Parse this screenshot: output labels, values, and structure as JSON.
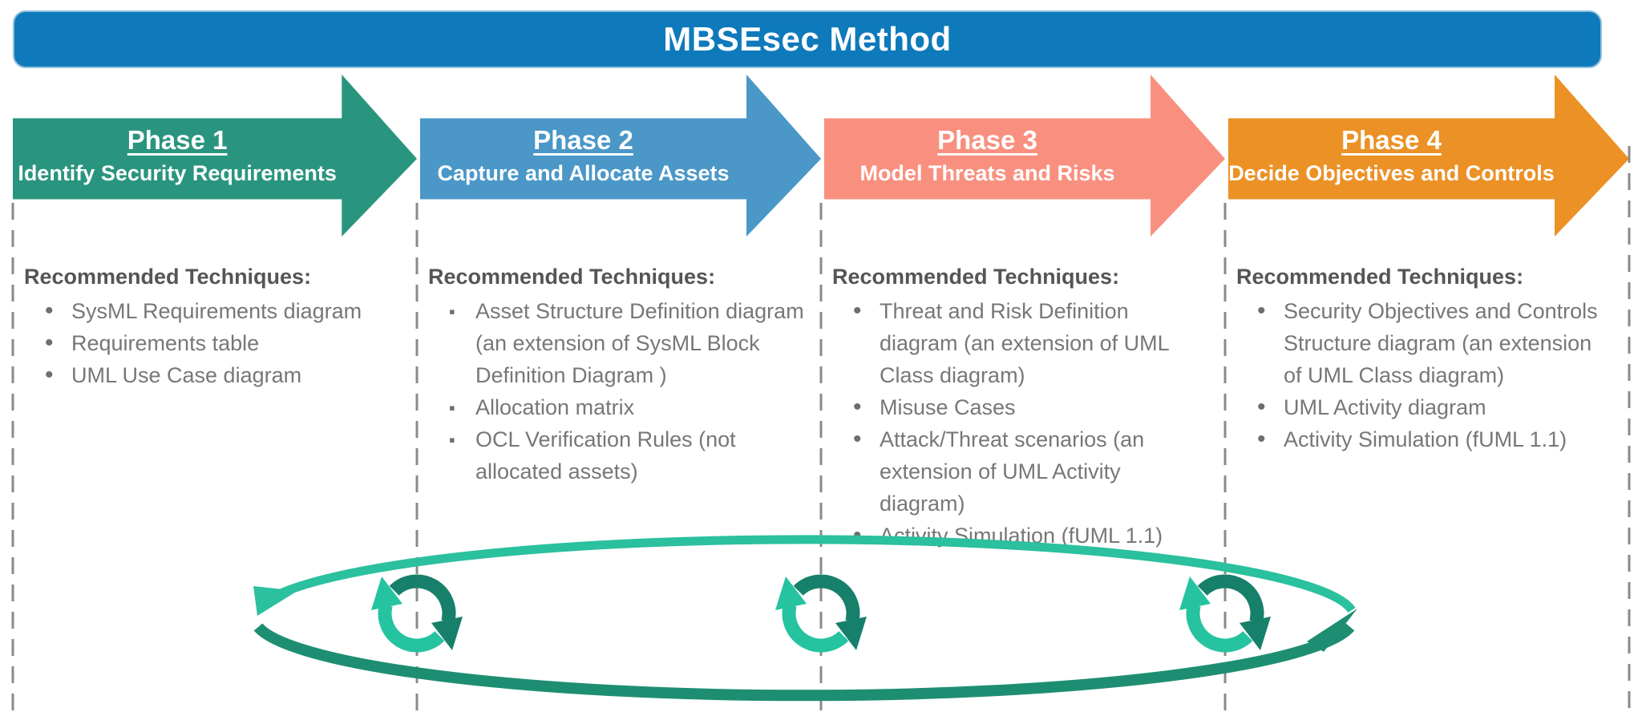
{
  "title": "MBSEsec Method",
  "title_bar": {
    "background": "#0E7ABB",
    "border": "#8FBEDC",
    "text_color": "#FFFFFF"
  },
  "phases": [
    {
      "label": "Phase 1",
      "subtitle": "Identify Security Requirements",
      "arrow_color": "#2A957E",
      "bullet_style": "dot",
      "techniques_heading": "Recommended Techniques:",
      "techniques": [
        "SysML Requirements diagram",
        "Requirements table",
        "UML Use Case diagram"
      ]
    },
    {
      "label": "Phase 2",
      "subtitle": "Capture and Allocate Assets",
      "arrow_color": "#4A97C8",
      "bullet_style": "square",
      "techniques_heading": "Recommended Techniques:",
      "techniques": [
        "Asset Structure Definition diagram (an extension of SysML Block Definition Diagram )",
        "Allocation matrix",
        "OCL Verification Rules (not allocated assets)"
      ]
    },
    {
      "label": "Phase 3",
      "subtitle": "Model Threats and Risks",
      "arrow_color": "#F9907F",
      "bullet_style": "dot",
      "techniques_heading": "Recommended Techniques:",
      "techniques": [
        "Threat and Risk Definition diagram (an extension of UML Class diagram)",
        "Misuse Cases",
        "Attack/Threat scenarios (an extension of UML Activity diagram)",
        "Activity Simulation (fUML 1.1)"
      ]
    },
    {
      "label": "Phase 4",
      "subtitle": "Decide Objectives and Controls",
      "arrow_color": "#EC9126",
      "bullet_style": "dot",
      "techniques_heading": "Recommended Techniques:",
      "techniques": [
        "Security Objectives and Controls Structure diagram (an extension of UML Class diagram)",
        "UML Activity diagram",
        "Activity Simulation (fUML 1.1)"
      ]
    }
  ],
  "dividers": {
    "color": "#8A8A8A",
    "count": 5
  },
  "iteration_loop": {
    "refresh_icon_count": 3,
    "loop_color_light": "#2BC09E",
    "loop_color_dark": "#1E8E72",
    "icon_color_light": "#25C3A0",
    "icon_color_dark": "#17806A"
  },
  "text_colors": {
    "techniques_heading": "#555555",
    "techniques_item": "#777777",
    "arrow_text": "#FFFFFF"
  }
}
